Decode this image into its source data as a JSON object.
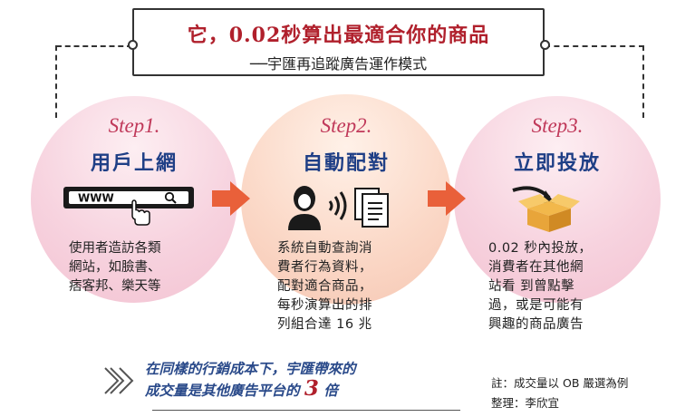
{
  "title": {
    "main": "它，0.02秒算出最適合你的商品",
    "subtitle": "──宇匯再追蹤廣告運作模式"
  },
  "steps": [
    {
      "label": "Step1.",
      "title": "用戶上網",
      "icon": "browser-search-icon",
      "search_text": "WWW",
      "desc": [
        "使用者造訪各類",
        "網站，如臉書、",
        "痞客邦、樂天等"
      ]
    },
    {
      "label": "Step2.",
      "title": "自動配對",
      "icon": "user-signal-document-icon",
      "desc": [
        "系統自動查詢消",
        "費者行為資料，",
        "配對適合商品，",
        "每秒演算出的排",
        "列組合達 16 兆"
      ]
    },
    {
      "label": "Step3.",
      "title": "立即投放",
      "icon": "box-delivery-icon",
      "desc": [
        "0.02 秒內投放，",
        "消費者在其他網",
        "站看 到曾點擊",
        "過，或是可能有",
        "興趣的商品廣告"
      ]
    }
  ],
  "bottom": {
    "line1": "在同樣的行銷成本下，宇匯帶來的",
    "line2_prefix": "成交量是其他廣告平台的",
    "highlight": "3",
    "line2_suffix": "倍"
  },
  "notes": {
    "note1": "註：成交量以 OB 嚴選為例",
    "note2": "整理：李欣宜"
  },
  "colors": {
    "accent_red": "#b0202c",
    "step_label": "#c0395a",
    "step_title": "#1f3f86",
    "arrow": "#e9603a"
  }
}
